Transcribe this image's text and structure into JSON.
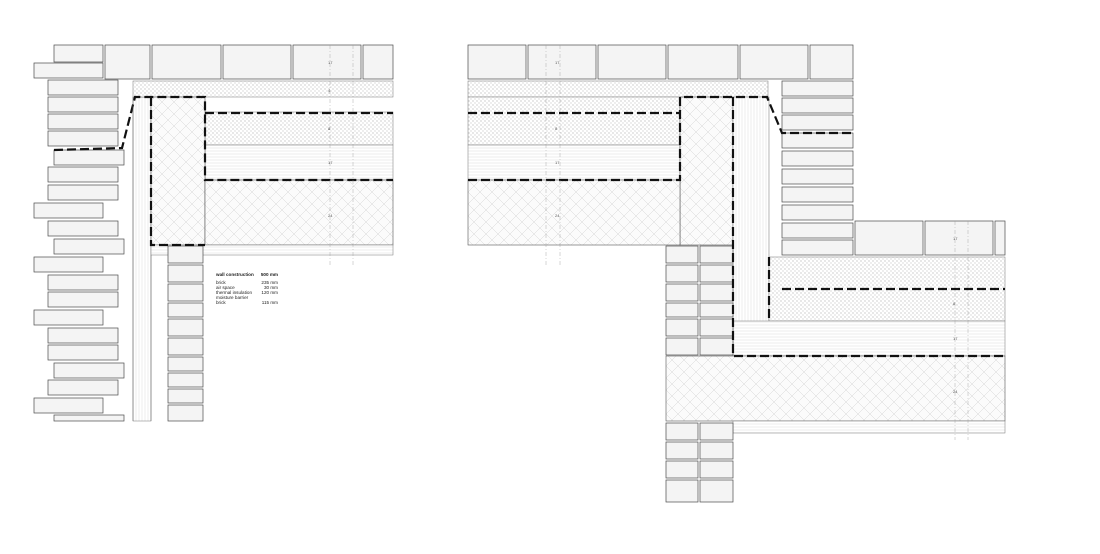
{
  "legend": {
    "title": "wall construction",
    "total": "500 mm",
    "layers": [
      {
        "name": "brick",
        "value": "235 mm"
      },
      {
        "name": "air space",
        "value": "30 mm"
      },
      {
        "name": "thermal insulation",
        "value": "120 mm"
      },
      {
        "name": "moisture barrier",
        "value": ""
      },
      {
        "name": "brick",
        "value": "115 mm"
      }
    ]
  },
  "dimensions": {
    "d1": "17",
    "d2": "4",
    "d3": "8",
    "d4": "17",
    "d5": "24"
  }
}
